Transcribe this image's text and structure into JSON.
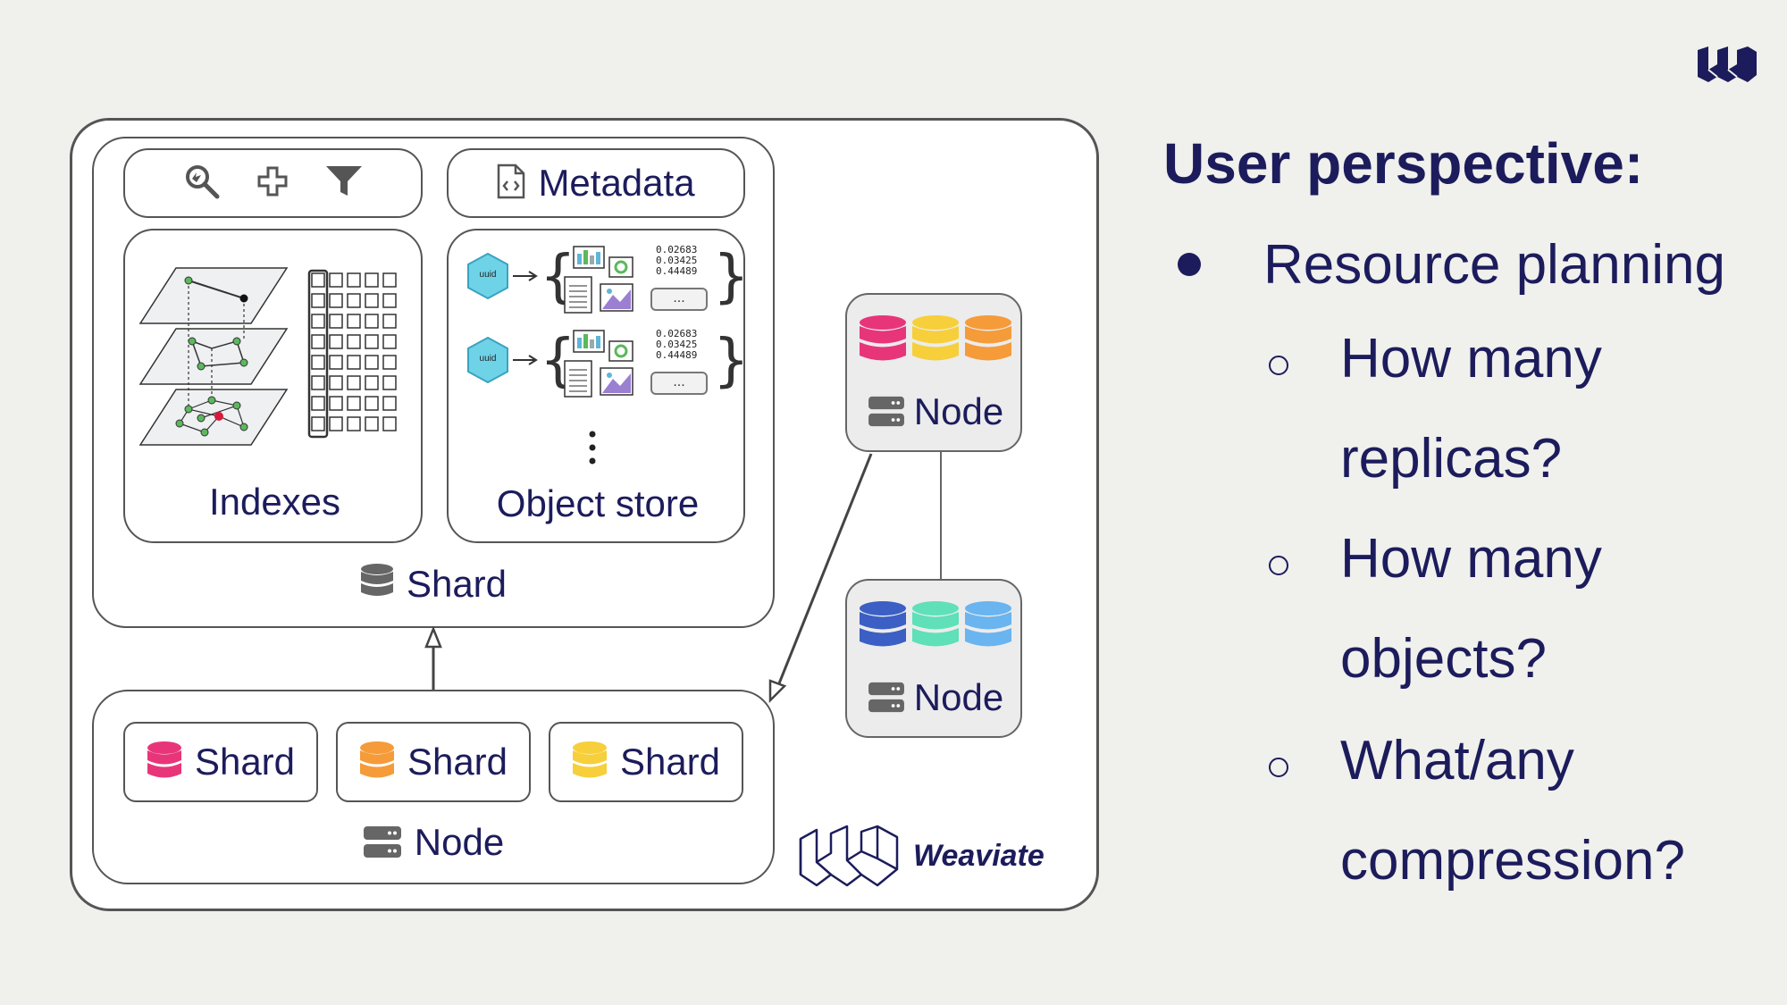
{
  "shard_panel": {
    "metadata_label": "Metadata",
    "indexes_label": "Indexes",
    "object_store_label": "Object store",
    "shard_label": "Shard",
    "obj1": {
      "tag": "uuid",
      "values": [
        "0.02683",
        "0.03425",
        "0.44489"
      ],
      "more": "..."
    },
    "obj2": {
      "tag": "uuid",
      "values": [
        "0.02683",
        "0.03425",
        "0.44489"
      ],
      "more": "..."
    }
  },
  "node_panel": {
    "shard1": "Shard",
    "shard2": "Shard",
    "shard3": "Shard",
    "node_label": "Node"
  },
  "cluster": {
    "node1_label": "Node",
    "node2_label": "Node"
  },
  "brand": {
    "name": "Weaviate"
  },
  "colors": {
    "pink": "#e8357a",
    "orange": "#f59b3a",
    "yellow": "#f6cf3b",
    "blue_dark": "#3b5fc4",
    "teal": "#5fe0b8",
    "sky": "#6ab4f0",
    "navy": "#1c1c5c"
  },
  "right": {
    "title": "User perspective:",
    "bullet": "Resource planning",
    "sub_bullets": [
      [
        "How many",
        "replicas?"
      ],
      [
        "How many",
        "objects?"
      ],
      [
        "What/any",
        "compression?"
      ]
    ]
  }
}
